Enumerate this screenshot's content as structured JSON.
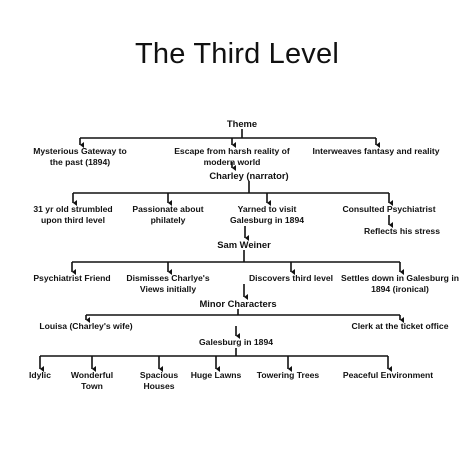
{
  "title": "The Third Level",
  "theme": {
    "label": "Theme",
    "items": [
      "Mysterious Gateway to the past (1894)",
      "Escape from harsh reality of modern world",
      "Interweaves fantasy and reality"
    ]
  },
  "charley": {
    "label": "Charley (narrator)",
    "items": [
      "31 yr old strumbled upon third level",
      "Passionate about philately",
      "Yarned to visit Galesburg in 1894",
      "Consulted Psychiatrist"
    ],
    "note": "Reflects his stress"
  },
  "sam": {
    "label": "Sam Weiner",
    "items": [
      "Psychiatrist Friend",
      "Dismisses Charlye's Views initially",
      "Discovers third level",
      "Settles down in Galesburg in 1894 (ironical)"
    ]
  },
  "minor": {
    "label": "Minor Characters",
    "items": [
      "Louisa (Charley's wife)",
      "Clerk at the ticket office"
    ]
  },
  "galesburg": {
    "label": "Galesburg in 1894",
    "items": [
      "Idylic",
      "Wonderful Town",
      "Spacious Houses",
      "Huge Lawns",
      "Towering Trees",
      "Peaceful Environment"
    ]
  },
  "colors": {
    "line": "#111111",
    "text": "#111111",
    "background": "#ffffff"
  }
}
